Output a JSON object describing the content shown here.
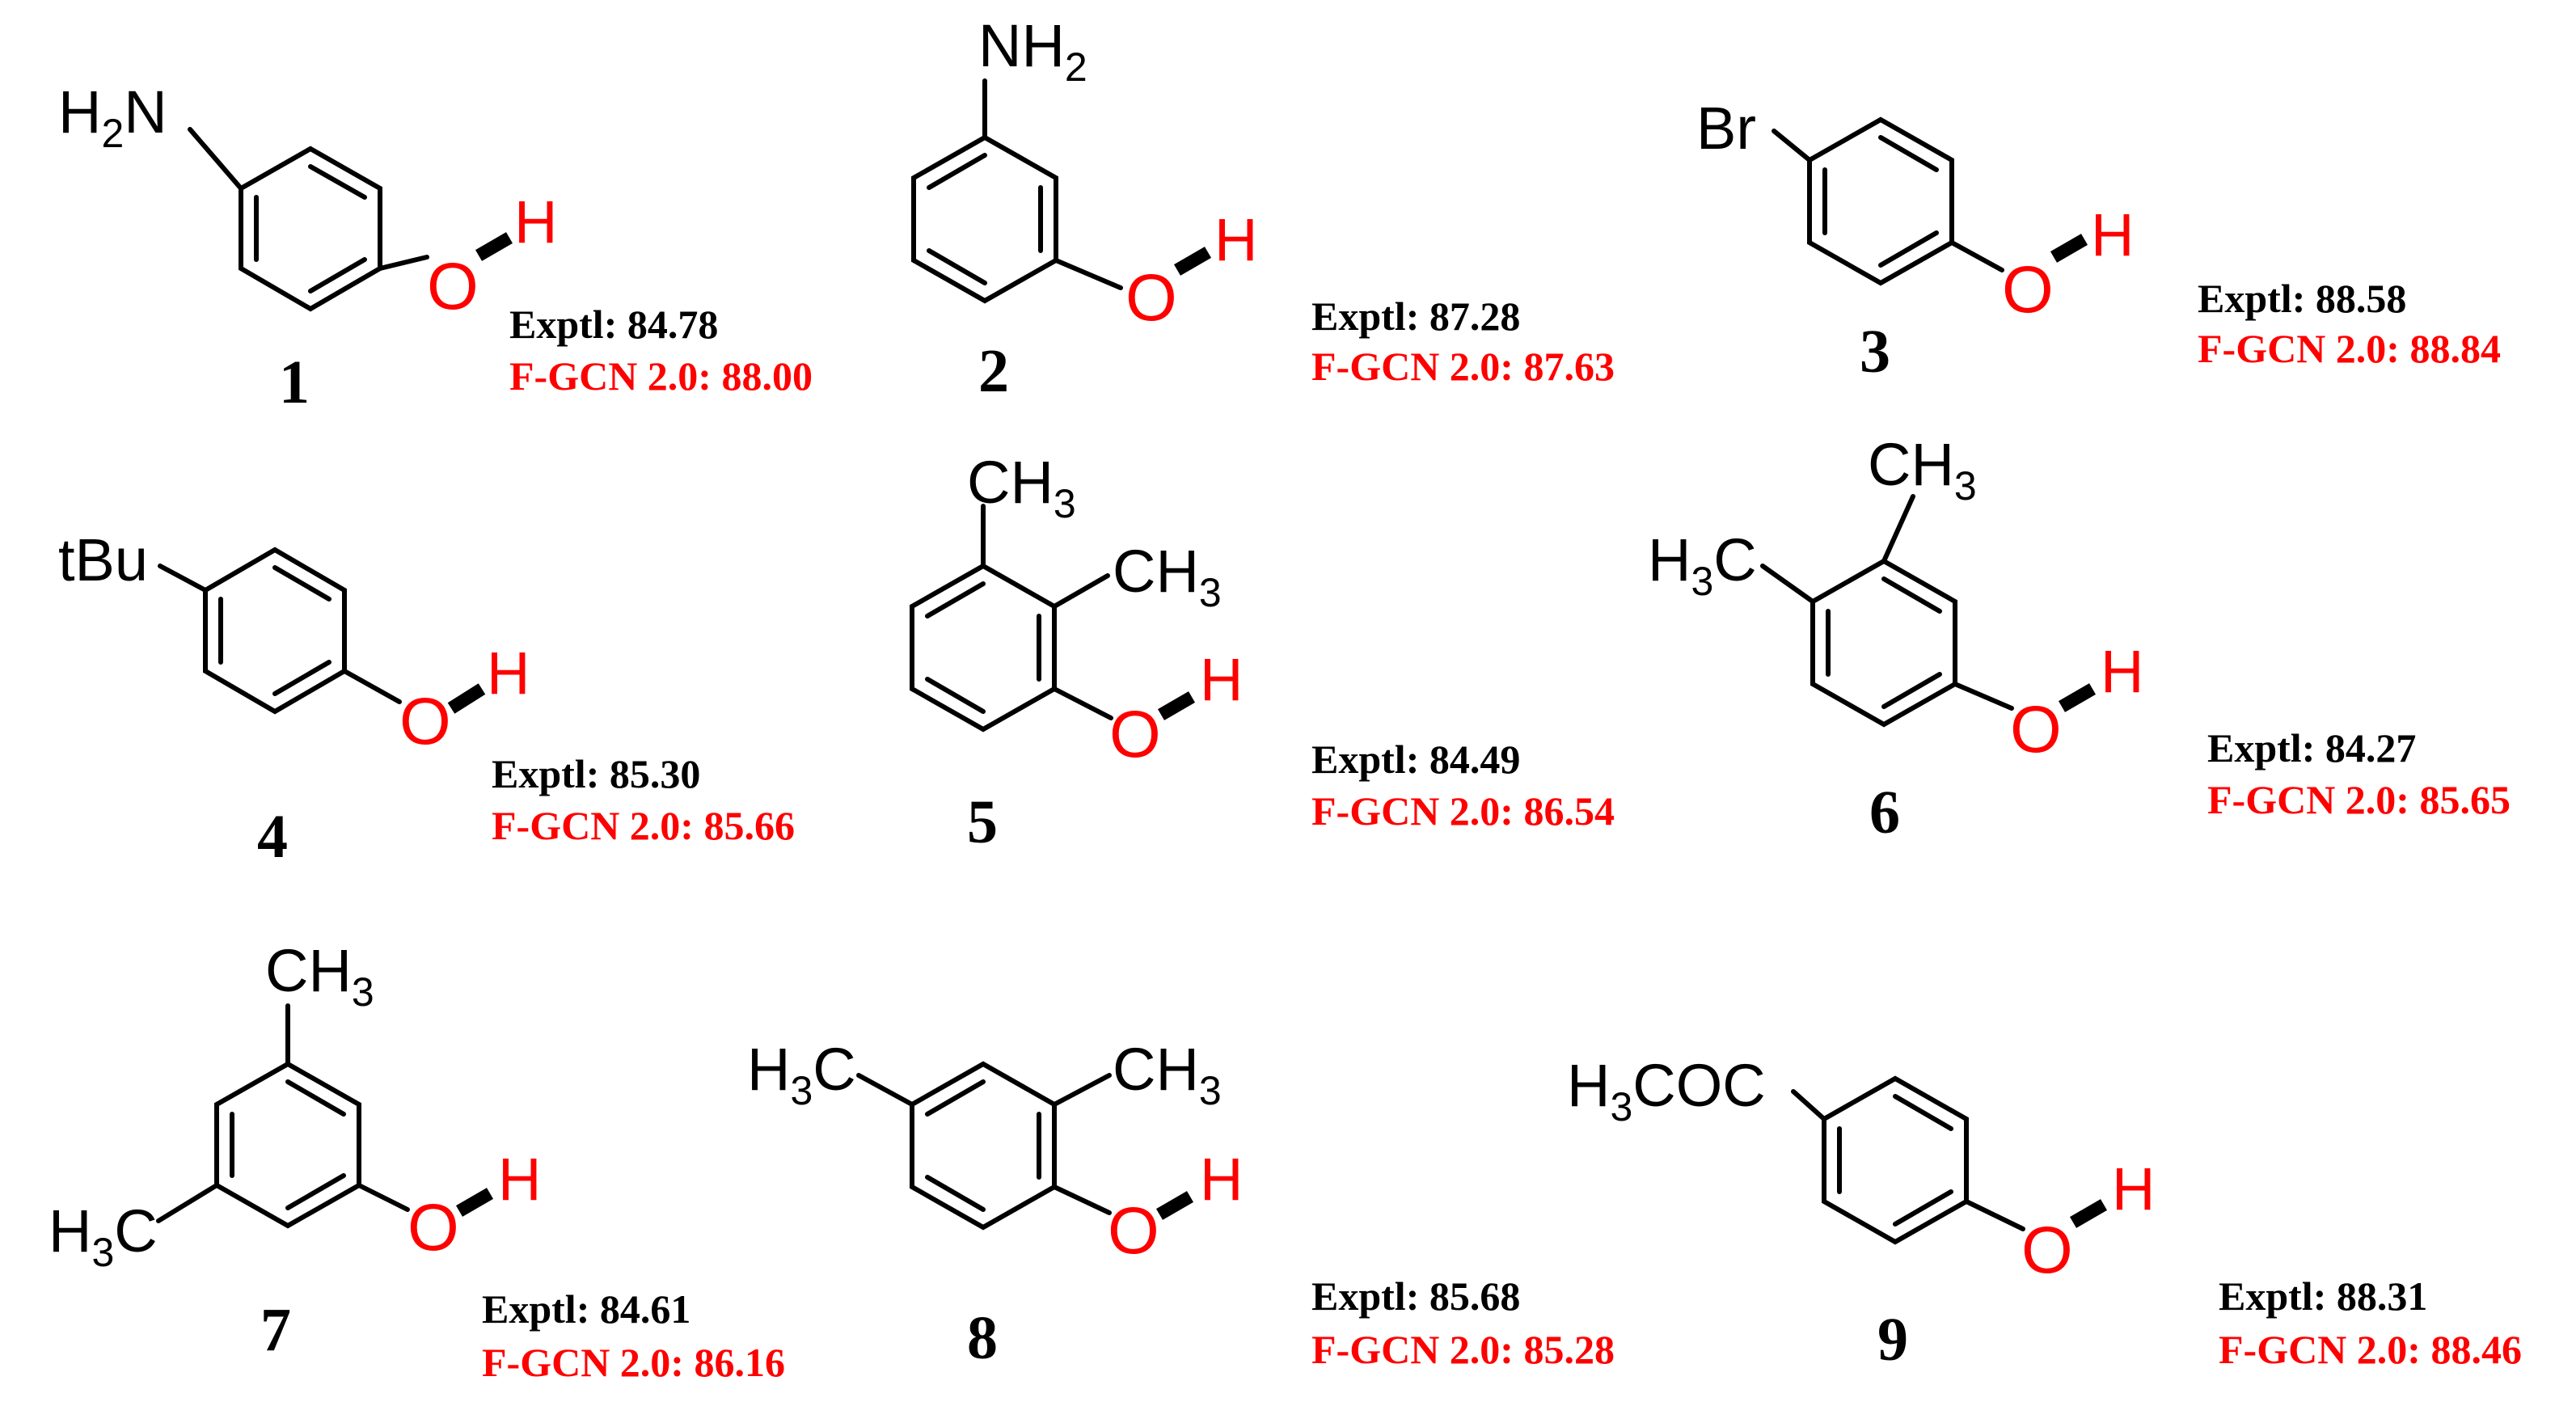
{
  "compounds": [
    {
      "number": "1",
      "exptl": "Exptl: 84.78",
      "fgcn": "F-GCN 2.0: 88.00",
      "substituents": [
        {
          "base": "H",
          "sub": "2",
          "tail": "N"
        }
      ],
      "oh": {
        "o": "O",
        "h": "H"
      }
    },
    {
      "number": "2",
      "exptl": "Exptl: 87.28",
      "fgcn": "F-GCN 2.0: 87.63",
      "substituents": [
        {
          "base": "NH",
          "sub": "2",
          "tail": ""
        }
      ],
      "oh": {
        "o": "O",
        "h": "H"
      }
    },
    {
      "number": "3",
      "exptl": "Exptl: 88.58",
      "fgcn": "F-GCN 2.0: 88.84",
      "substituents": [
        {
          "base": "Br",
          "sub": "",
          "tail": ""
        }
      ],
      "oh": {
        "o": "O",
        "h": "H"
      }
    },
    {
      "number": "4",
      "exptl": "Exptl: 85.30",
      "fgcn": "F-GCN 2.0: 85.66",
      "substituents": [
        {
          "base": "tBu",
          "sub": "",
          "tail": ""
        }
      ],
      "oh": {
        "o": "O",
        "h": "H"
      }
    },
    {
      "number": "5",
      "exptl": "Exptl: 84.49",
      "fgcn": "F-GCN 2.0: 86.54",
      "substituents": [
        {
          "base": "CH",
          "sub": "3",
          "tail": ""
        },
        {
          "base": "CH",
          "sub": "3",
          "tail": ""
        }
      ],
      "oh": {
        "o": "O",
        "h": "H"
      }
    },
    {
      "number": "6",
      "exptl": "Exptl: 84.27",
      "fgcn": "F-GCN 2.0: 85.65",
      "substituents": [
        {
          "base": "CH",
          "sub": "3",
          "tail": ""
        },
        {
          "base": "H",
          "sub": "3",
          "tail": "C"
        }
      ],
      "oh": {
        "o": "O",
        "h": "H"
      }
    },
    {
      "number": "7",
      "exptl": "Exptl: 84.61",
      "fgcn": "F-GCN 2.0: 86.16",
      "substituents": [
        {
          "base": "CH",
          "sub": "3",
          "tail": ""
        },
        {
          "base": "H",
          "sub": "3",
          "tail": "C"
        }
      ],
      "oh": {
        "o": "O",
        "h": "H"
      }
    },
    {
      "number": "8",
      "exptl": "Exptl: 85.68",
      "fgcn": "F-GCN 2.0: 85.28",
      "substituents": [
        {
          "base": "H",
          "sub": "3",
          "tail": "C"
        },
        {
          "base": "CH",
          "sub": "3",
          "tail": ""
        }
      ],
      "oh": {
        "o": "O",
        "h": "H"
      }
    },
    {
      "number": "9",
      "exptl": "Exptl: 88.31",
      "fgcn": "F-GCN 2.0: 88.46",
      "substituents": [
        {
          "base": "H",
          "sub": "3",
          "tail": "COC"
        }
      ],
      "oh": {
        "o": "O",
        "h": "H"
      }
    }
  ],
  "colors": {
    "bond": "#000000",
    "hydroxyl": "#ff0000",
    "prediction": "#ff0000",
    "experimental": "#000000"
  }
}
